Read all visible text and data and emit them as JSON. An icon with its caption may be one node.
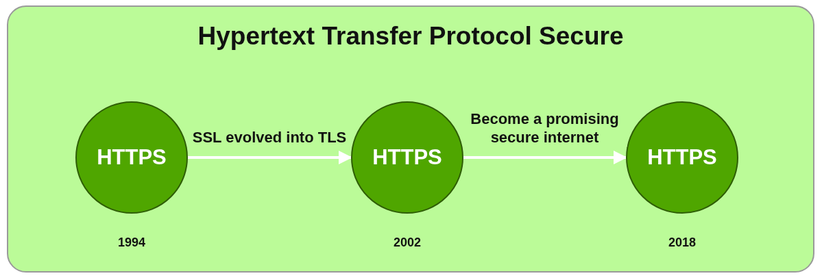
{
  "diagram": {
    "nodes": [
      {
        "text": [
          "Hypertext Transfer Protocol Secure"
        ]
      },
      {
        "text": [
          "HTTPS"
        ],
        "in": 0,
        "beside": [
          "1994"
        ]
      },
      {
        "text": [
          "HTTPS"
        ],
        "in": 0,
        "beside": [
          "2002"
        ]
      },
      {
        "text": [
          "HTTPS"
        ],
        "in": 0,
        "beside": [
          "2018"
        ]
      }
    ],
    "edges": [
      {
        "from": 1,
        "to": 2,
        "arrow": "to",
        "label": "SSL evolved into TLS"
      },
      {
        "from": 2,
        "to": 3,
        "arrow": "to",
        "label": "Become a promising secure internet"
      }
    ]
  }
}
